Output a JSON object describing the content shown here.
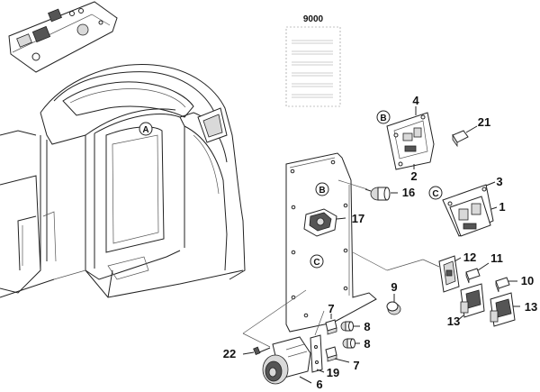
{
  "diagram": {
    "callouts": {
      "A": "A",
      "B_top": "B",
      "B_panel": "B",
      "C_panel": "C",
      "C_right": "C"
    },
    "part_numbers": {
      "p9000": "9000",
      "p4": "4",
      "p21": "21",
      "p2": "2",
      "p3": "3",
      "p16": "16",
      "p1": "1",
      "p17": "17",
      "p12": "12",
      "p11": "11",
      "p9": "9",
      "p10": "10",
      "p7a": "7",
      "p8a": "8",
      "p8b": "8",
      "p13a": "13",
      "p13b": "13",
      "p22": "22",
      "p7b": "7",
      "p19": "19",
      "p6": "6"
    }
  }
}
